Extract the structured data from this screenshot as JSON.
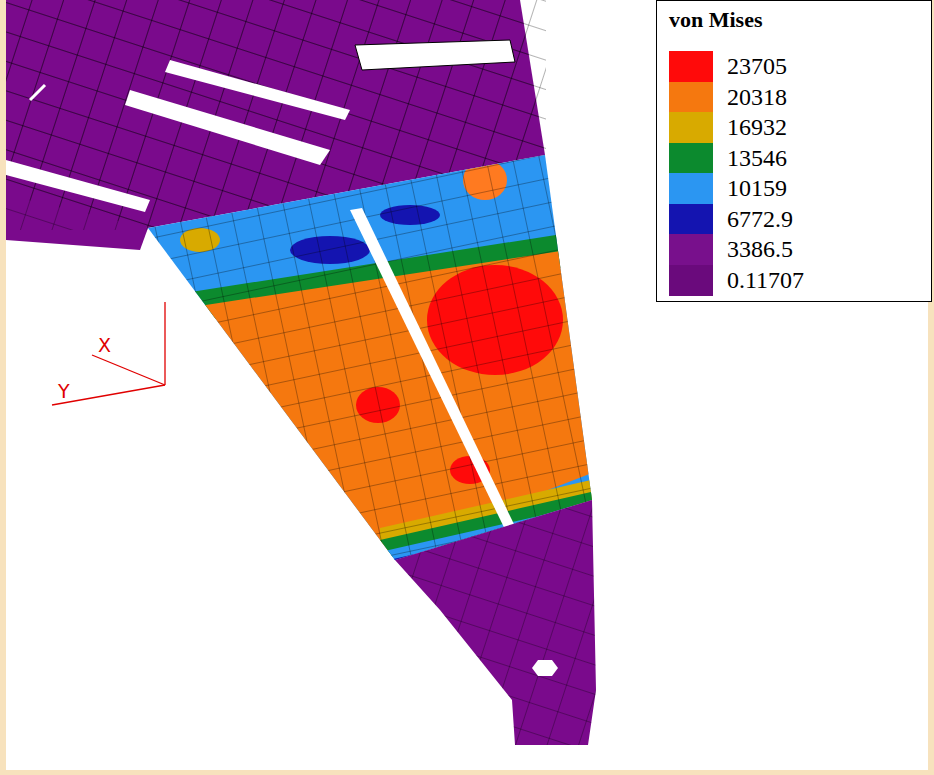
{
  "diagram": {
    "labels": [
      "X",
      "Y",
      "von Mises"
    ],
    "legend": [
      {
        "text": "23705",
        "color": "#ff0a0a"
      },
      {
        "text": "20318",
        "color": "#f5780f"
      },
      {
        "text": "16932",
        "color": "#d8aa00"
      },
      {
        "text": "13546",
        "color": "#0c8a2e"
      },
      {
        "text": "10159",
        "color": "#2b96f2"
      },
      {
        "text": "6772.9",
        "color": "#1414b0"
      },
      {
        "text": "3386.5",
        "color": "#78108c"
      },
      {
        "text": "0.11707",
        "color": "#6a0a7c"
      }
    ]
  }
}
